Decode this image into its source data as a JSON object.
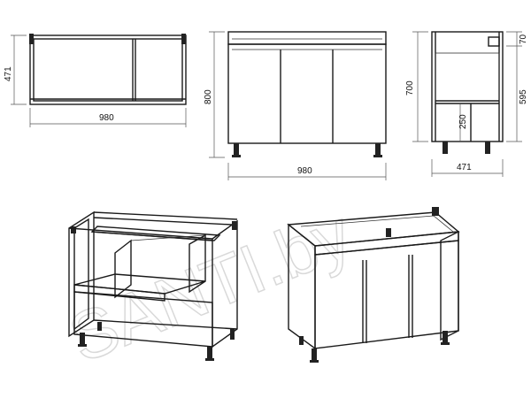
{
  "watermark": "SANTI.by",
  "dimensions": {
    "top_width": "980",
    "top_depth": "471",
    "front_height": "800",
    "front_width": "980",
    "side_total_height": "700",
    "side_top_panel": "70",
    "side_body_height": "595",
    "side_shelf_height": "250",
    "side_depth": "471"
  },
  "colors": {
    "line": "#1a1a1a",
    "dimension": "#555555",
    "watermark": "#d9d9d9"
  }
}
